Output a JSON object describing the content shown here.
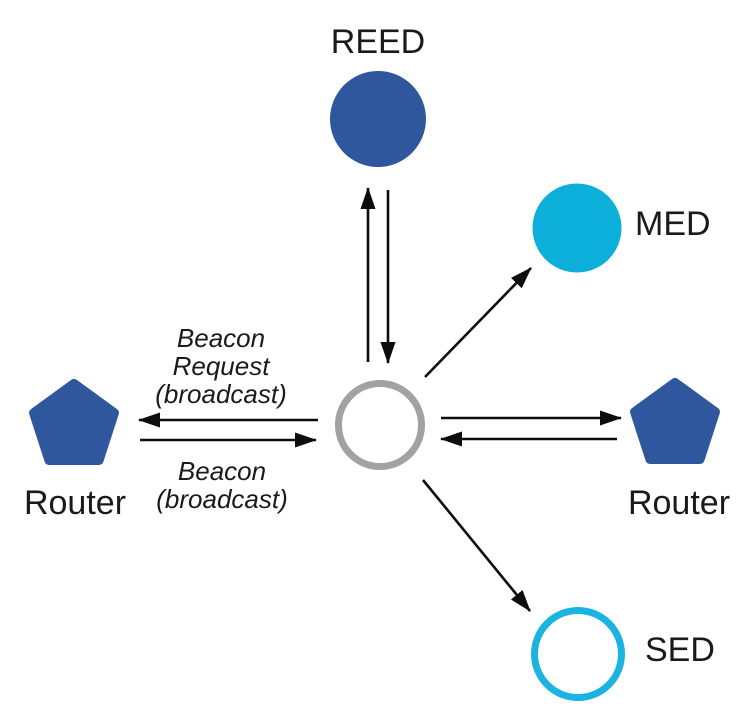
{
  "diagram": {
    "type": "network-topology",
    "description": "Thread joining flow: joiner device exchanges beacons with routers, REED, MED and SED"
  },
  "nodes": {
    "reed": {
      "label": "REED",
      "shape": "filled-circle"
    },
    "med": {
      "label": "MED",
      "shape": "filled-circle"
    },
    "sed": {
      "label": "SED",
      "shape": "outlined-circle"
    },
    "router_left": {
      "label": "Router",
      "shape": "pentagon"
    },
    "router_right": {
      "label": "Router",
      "shape": "pentagon"
    },
    "joiner": {
      "label": "",
      "shape": "outlined-circle"
    }
  },
  "messages": {
    "beacon_request": {
      "line1": "Beacon",
      "line2": "Request",
      "line3": "(broadcast)"
    },
    "beacon": {
      "line1": "Beacon",
      "line2": "(broadcast)"
    }
  },
  "colors": {
    "router_blue": "#2F579D",
    "reed_blue": "#2F579D",
    "med_cyan": "#0CAEDA",
    "sed_cyan": "#1BB3E2",
    "joiner_gray": "#A2A2A2",
    "arrow_black": "#0D0D0D",
    "text_black": "#1A1A1A",
    "background": "#FFFFFF"
  }
}
